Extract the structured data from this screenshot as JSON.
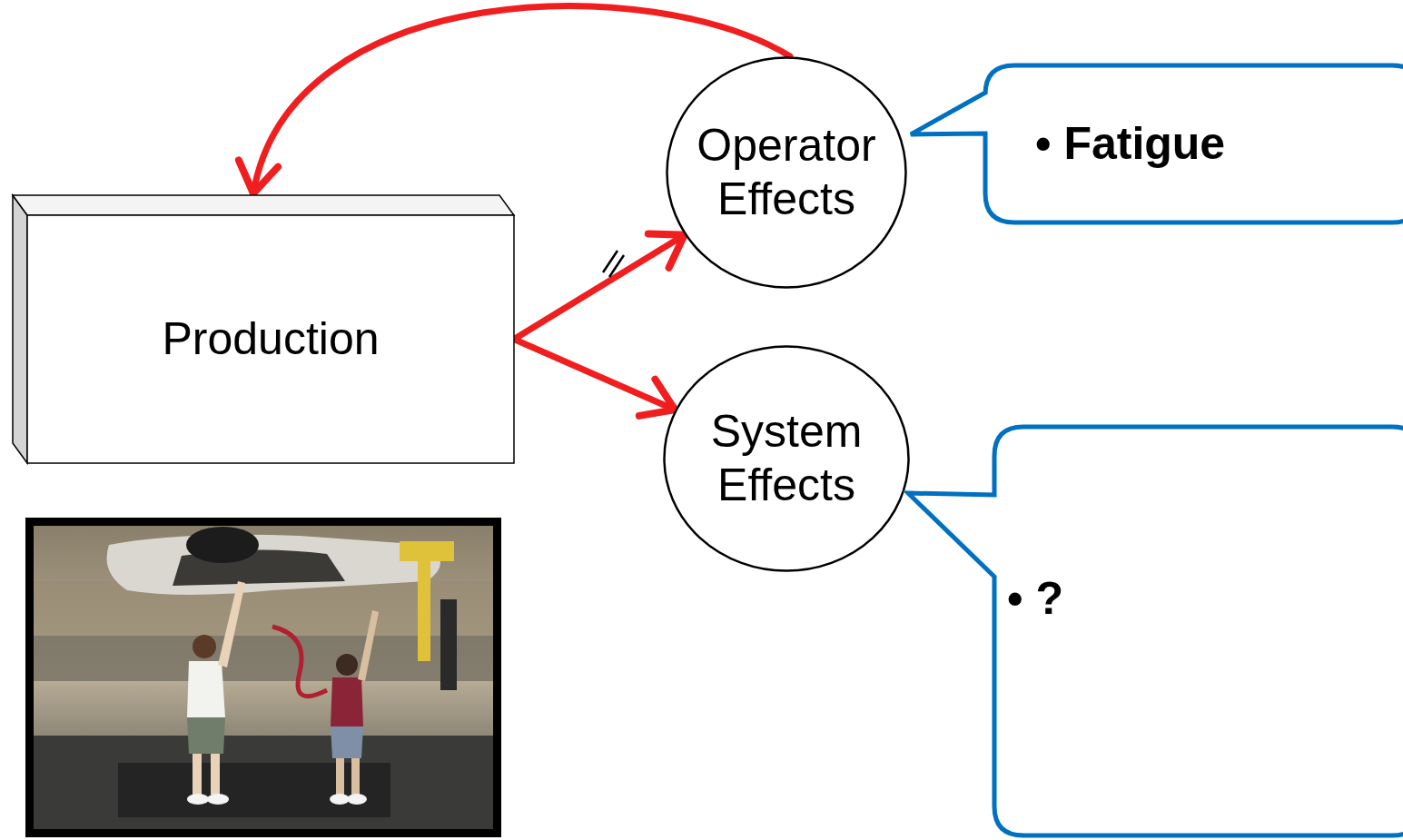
{
  "diagram": {
    "nodes": [
      {
        "text": [
          "Production"
        ]
      },
      {
        "text": [
          "Operator Effects"
        ]
      },
      {
        "text": [
          "• Fatigue"
        ]
      },
      {
        "text": [
          "System Effects"
        ]
      },
      {
        "text": [
          "• ?"
        ]
      }
    ],
    "edges": [
      {
        "from": 0,
        "to": 1,
        "arrow": "to"
      },
      {
        "from": 0,
        "to": 3,
        "arrow": "to"
      },
      {
        "from": 1,
        "to": 0,
        "arrow": "to"
      }
    ]
  }
}
